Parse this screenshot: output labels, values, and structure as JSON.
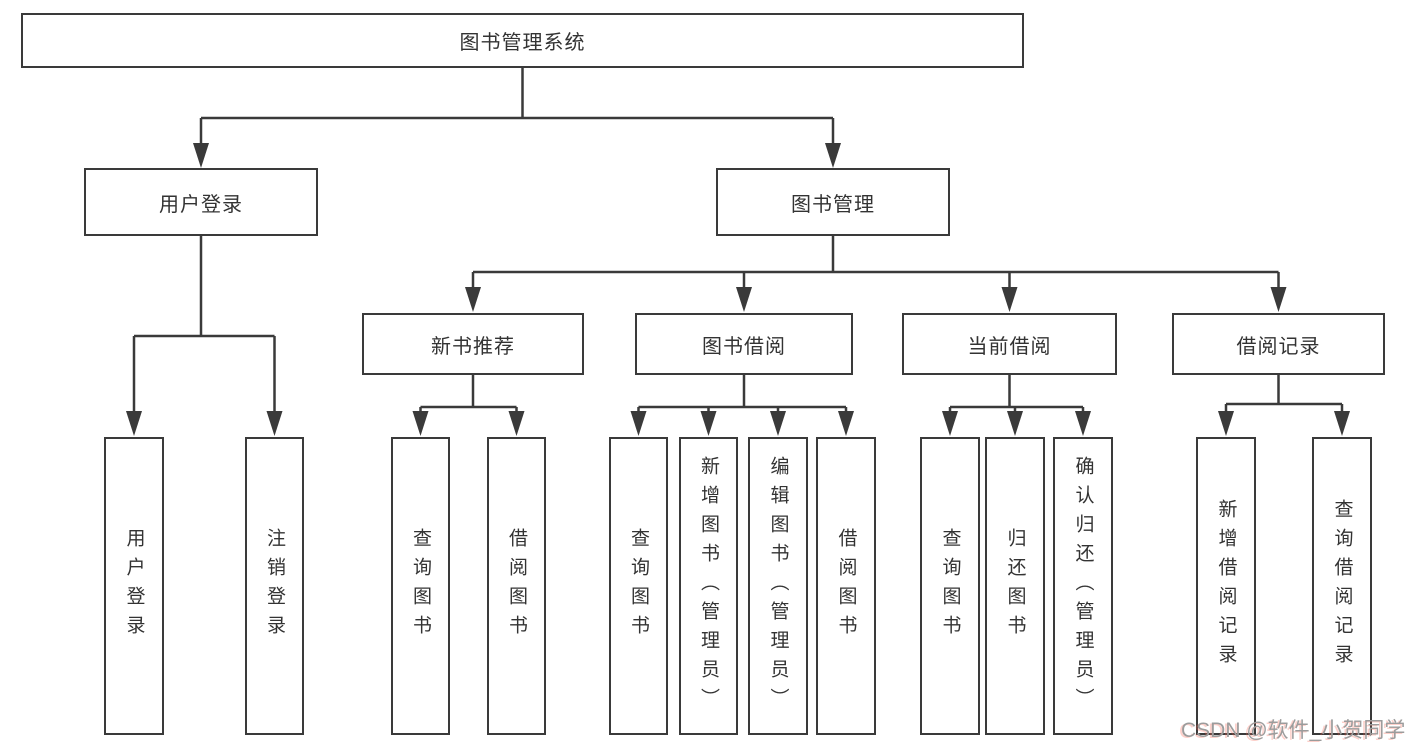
{
  "tree": {
    "label": "图书管理系统",
    "children": [
      {
        "label": "用户登录",
        "children": [
          {
            "label": "用户登录"
          },
          {
            "label": "注销登录"
          }
        ]
      },
      {
        "label": "图书管理",
        "children": [
          {
            "label": "新书推荐",
            "children": [
              {
                "label": "查询图书"
              },
              {
                "label": "借阅图书"
              }
            ]
          },
          {
            "label": "图书借阅",
            "children": [
              {
                "label": "查询图书"
              },
              {
                "label": "新增图书（管理员）"
              },
              {
                "label": "编辑图书（管理员）"
              },
              {
                "label": "借阅图书"
              }
            ]
          },
          {
            "label": "当前借阅",
            "children": [
              {
                "label": "查询图书"
              },
              {
                "label": "归还图书"
              },
              {
                "label": "确认归还（管理员）"
              }
            ]
          },
          {
            "label": "借阅记录",
            "children": [
              {
                "label": "新增借阅记录"
              },
              {
                "label": "查询借阅记录"
              }
            ]
          }
        ]
      }
    ]
  },
  "watermark": "CSDN @软件_小贺同学",
  "colors": {
    "line": "#3a3a3a",
    "box_border": "#3a3a3a",
    "text": "#333333",
    "watermark": "#9c9c9c",
    "background": "#ffffff"
  }
}
